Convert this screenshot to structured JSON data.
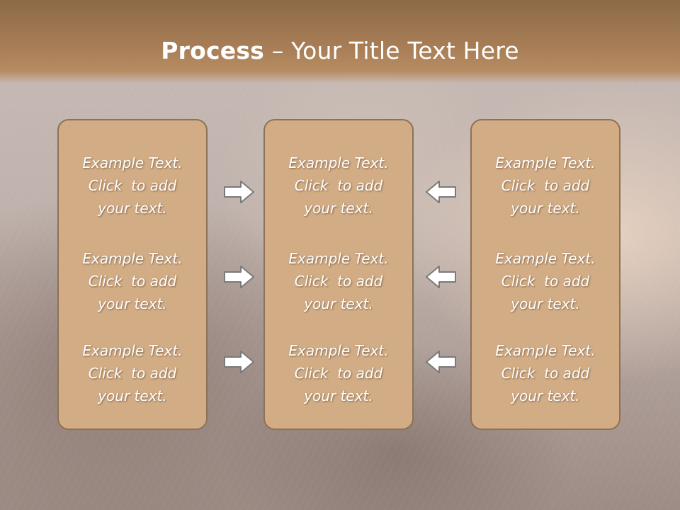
{
  "slide": {
    "title_bold": "Process",
    "title_rest": " – Your Title Text Here"
  },
  "columns": [
    {
      "blocks": [
        {
          "line1": "Example Text.",
          "line2": "Click  to add",
          "line3": "your text."
        },
        {
          "line1": "Example Text.",
          "line2": "Click  to add",
          "line3": "your text."
        },
        {
          "line1": "Example Text.",
          "line2": "Click  to add",
          "line3": "your text."
        }
      ]
    },
    {
      "blocks": [
        {
          "line1": "Example Text.",
          "line2": "Click  to add",
          "line3": "your text."
        },
        {
          "line1": "Example Text.",
          "line2": "Click  to add",
          "line3": "your text."
        },
        {
          "line1": "Example Text.",
          "line2": "Click  to add",
          "line3": "your text."
        }
      ]
    },
    {
      "blocks": [
        {
          "line1": "Example Text.",
          "line2": "Click  to add",
          "line3": "your text."
        },
        {
          "line1": "Example Text.",
          "line2": "Click  to add",
          "line3": "your text."
        },
        {
          "line1": "Example Text.",
          "line2": "Click  to add",
          "line3": "your text."
        }
      ]
    }
  ],
  "arrows": {
    "left_group": [
      "arrow-right-icon",
      "arrow-right-icon",
      "arrow-right-icon"
    ],
    "right_group": [
      "arrow-left-icon",
      "arrow-left-icon",
      "arrow-left-icon"
    ]
  },
  "colors": {
    "header": "#a77d55",
    "panel_fill": "#d2ac84",
    "panel_border": "#8e7156",
    "text": "#ffffff"
  }
}
